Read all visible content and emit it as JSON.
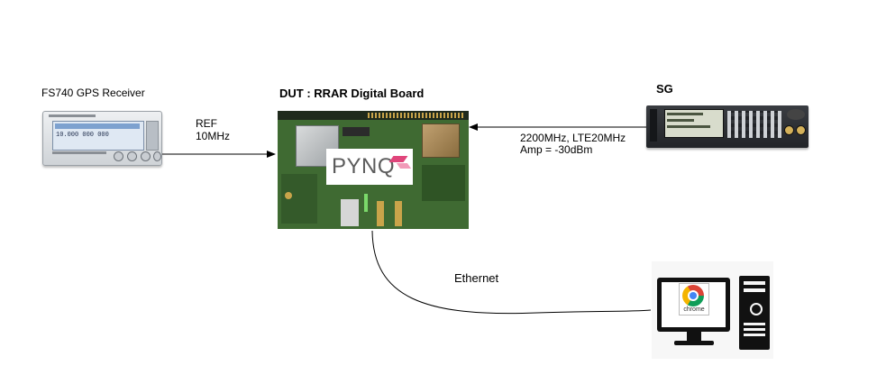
{
  "gps": {
    "title": "FS740 GPS Receiver",
    "display_value": "10.000 000 000"
  },
  "ref_link": {
    "line1": "REF",
    "line2": "10MHz"
  },
  "dut": {
    "title": "DUT : RRAR Digital Board",
    "logo_text": "PYNQ"
  },
  "sg": {
    "title": "SG"
  },
  "sg_link": {
    "line1": "2200MHz, LTE20MHz",
    "line2": "Amp = -30dBm"
  },
  "ethernet": {
    "label": "Ethernet"
  },
  "pc": {
    "browser_label": "chrome"
  },
  "colors": {
    "pcb_green": "#3f6a32",
    "pynq_pink": "#e0457b",
    "sg_body": "#2d2f33",
    "pc_black": "#111111"
  }
}
